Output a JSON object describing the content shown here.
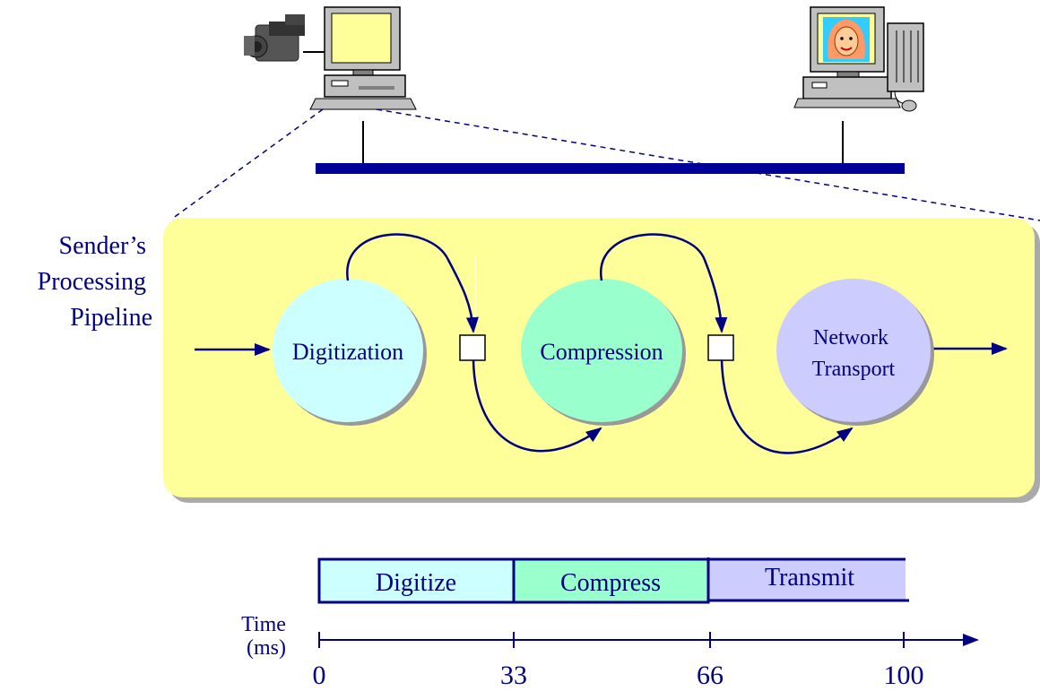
{
  "pipeline": {
    "title_lines": [
      "Sender’s",
      "Processing",
      "Pipeline"
    ],
    "stages": [
      {
        "label_lines": [
          "Digitization"
        ],
        "color": "#ccffff"
      },
      {
        "label_lines": [
          "Compression"
        ],
        "color": "#99ffcc"
      },
      {
        "label_lines": [
          "Network",
          "Transport"
        ],
        "color": "#ccccff"
      }
    ],
    "panel_color": "#ffff99"
  },
  "network": {
    "sender_icons": [
      "video-camera-icon",
      "desktop-computer-icon"
    ],
    "receiver_icons": [
      "face-on-monitor-icon",
      "desktop-computer-icon",
      "tower-pc-icon",
      "mouse-icon"
    ],
    "bus_color": "#000099"
  },
  "timeline": {
    "segments": [
      {
        "label": "Digitize",
        "color": "#ccffff"
      },
      {
        "label": "Compress",
        "color": "#99ffcc"
      },
      {
        "label": "Transmit",
        "color": "#ccccff"
      }
    ],
    "axis_title_lines": [
      "Time",
      "(ms)"
    ],
    "ticks": [
      "0",
      "33",
      "66",
      "100"
    ]
  }
}
